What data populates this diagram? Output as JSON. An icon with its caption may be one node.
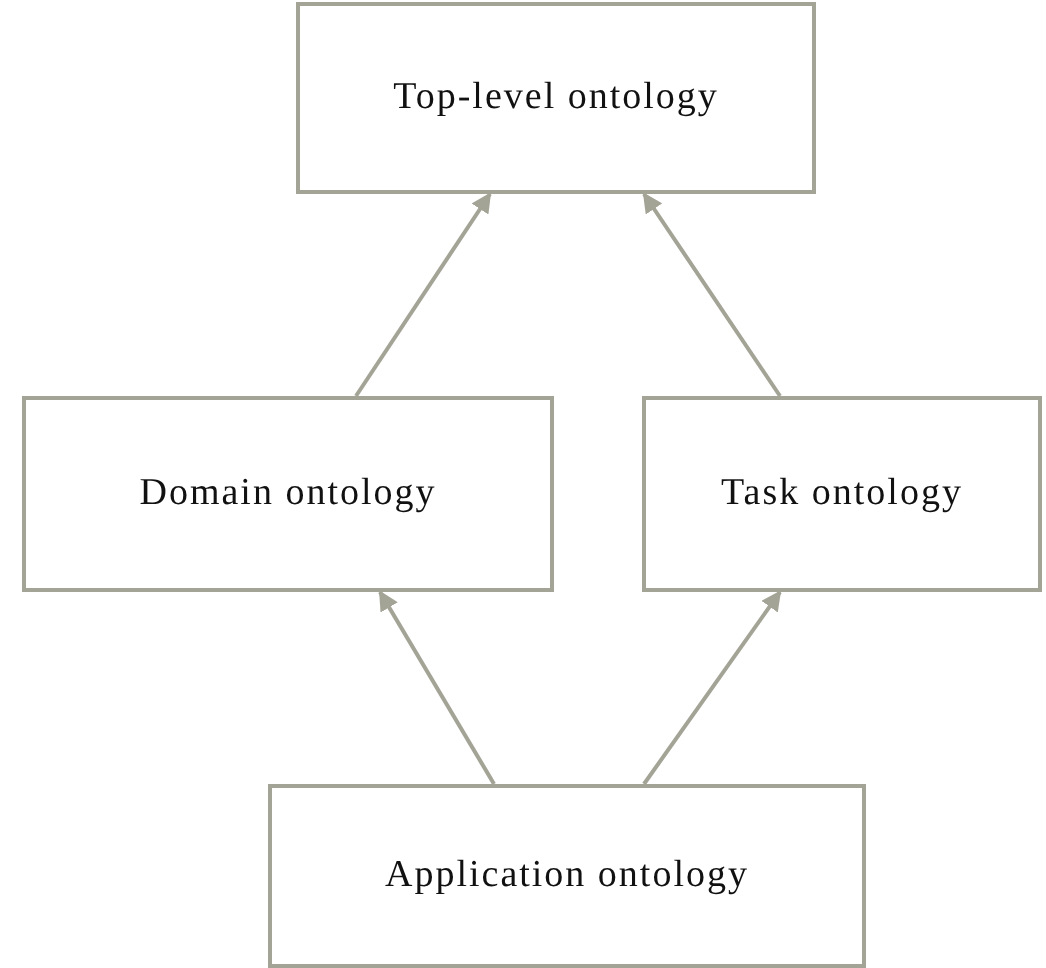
{
  "diagram": {
    "nodes": [
      {
        "text": [
          "Top-level ontology"
        ]
      },
      {
        "text": [
          "Domain ontology"
        ]
      },
      {
        "text": [
          "Task ontology"
        ]
      },
      {
        "text": [
          "Application ontology"
        ]
      }
    ],
    "edges": [
      {
        "from": 1,
        "to": 0,
        "arrow": "to"
      },
      {
        "from": 2,
        "to": 0,
        "arrow": "to"
      },
      {
        "from": 3,
        "to": 1,
        "arrow": "to"
      },
      {
        "from": 3,
        "to": 2,
        "arrow": "to"
      }
    ]
  }
}
